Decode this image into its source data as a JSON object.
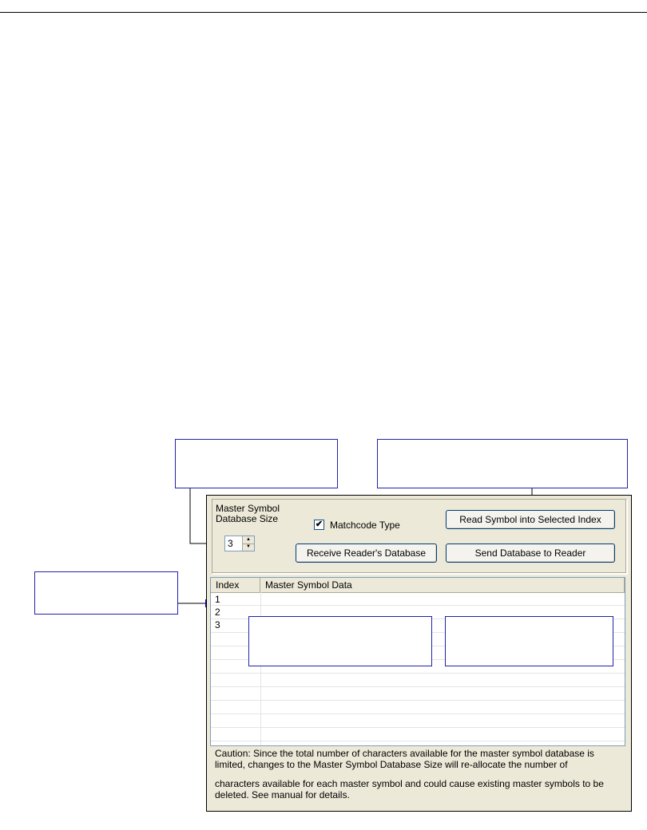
{
  "panel": {
    "db_size_label_line1": "Master Symbol",
    "db_size_label_line2": "Database Size",
    "db_size_value": "3",
    "matchcode_label": "Matchcode Type",
    "matchcode_checked": "✔",
    "read_symbol_button": "Read Symbol into Selected Index",
    "receive_db_button": "Receive Reader's Database",
    "send_db_button": "Send Database to Reader",
    "table": {
      "columns": [
        "Index",
        "Master Symbol Data"
      ],
      "rows": [
        {
          "index": "1",
          "data": ""
        },
        {
          "index": "2",
          "data": ""
        },
        {
          "index": "3",
          "data": ""
        }
      ]
    },
    "caution_line1": "Caution: Since the total number of characters available for the master symbol database is limited, changes to the Master Symbol Database Size will re-allocate the number of",
    "caution_line2": "characters available for each master symbol and could cause existing master symbols to be deleted. See manual for details."
  },
  "colors": {
    "arrow": "#0000ff",
    "callout_border": "#2222aa",
    "panel_bg": "#ece9d8"
  }
}
